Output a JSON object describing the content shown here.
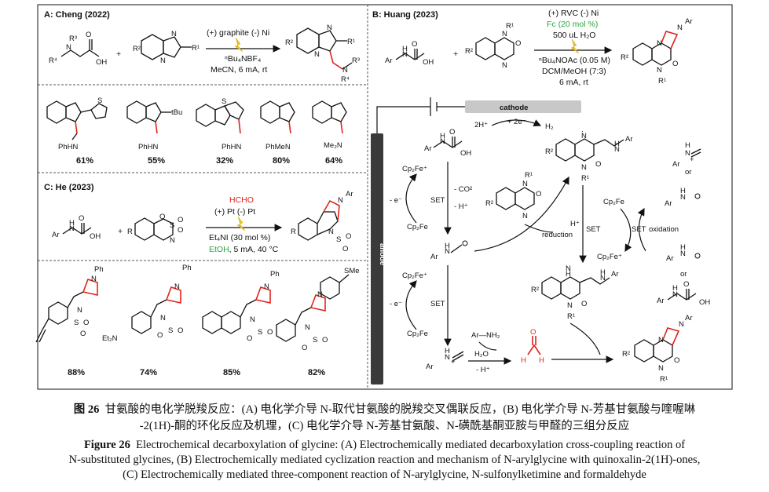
{
  "panels": {
    "A": {
      "title": "A: Cheng (2022)",
      "cond1": "(+) graphite (-) Ni",
      "cond2": "ⁿBu₄NBF₄",
      "cond3": "MeCN, 6 mA, rt",
      "plus": "+",
      "yields": [
        "61%",
        "55%",
        "32%",
        "80%",
        "64%"
      ],
      "amines": [
        "PhHN",
        "PhHN",
        "PhHN",
        "PhMeN",
        "Me₂N"
      ],
      "tbu": "tBu",
      "r_labels": [
        "R³",
        "R⁴",
        "R²",
        "R¹"
      ]
    },
    "B": {
      "title": "B: Huang (2023)",
      "cond1": "(+) RVC (-) Ni",
      "cond2": "Fc (20 mol %)",
      "cond3": "500 uL H₂O",
      "cond4": "ⁿBu₄NOAc (0.05 M)",
      "cond5": "DCM/MeOH (7:3)",
      "cond6": "6 mA, rt",
      "cathode": "cathode",
      "anode": "anode",
      "hplus": "2H⁺",
      "two_e": "+ 2e⁻",
      "h2": "H₂",
      "cp2fe_plus": "Cp₂Fe⁺",
      "cp2fe": "Cp₂Fe",
      "minus_e": "- e⁻",
      "set": "SET",
      "minus_co2": "- CO²",
      "minus_h": "- H⁺",
      "h_plus": "H⁺",
      "reduction": "reduction",
      "oxidation": "oxidation",
      "or": "or",
      "ar_nh2": "Ar—NH₂",
      "h2o": "H₂O",
      "minus_h2": "- H⁺"
    },
    "C": {
      "title": "C: He (2023)",
      "reagent": "HCHO",
      "cond1": "(+) Pt (-) Pt",
      "cond2": "Et₄NI (30 mol %)",
      "cond3_solvent": "EtOH",
      "cond3_rest": ", 5 mA, 40 °C",
      "yields": [
        "88%",
        "74%",
        "85%",
        "82%"
      ],
      "et2n": "Et₂N",
      "sme": "SMe",
      "ph": "Ph"
    }
  },
  "caption": {
    "cn_label": "图 26",
    "cn_text": "甘氨酸的电化学脱羧反应：(A) 电化学介导 N-取代甘氨酸的脱羧交叉偶联反应，(B) 电化学介导 N-芳基甘氨酸与喹喔啉",
    "cn_text2": "-2(1H)-酮的环化反应及机理，(C) 电化学介导 N-芳基甘氨酸、N-磺酰基酮亚胺与甲醛的三组分反应",
    "en_label": "Figure 26",
    "en_text": "Electrochemical decarboxylation of glycine: (A) Electrochemically mediated decarboxylation cross-coupling reaction of",
    "en_text2": "N-substituted glycines, (B) Electrochemically mediated cyclization reaction and mechanism of N-arylglycine with quinoxalin-2(1H)-ones,",
    "en_text3": "(C) Electrochemically mediated three-component reaction of N-arylglycine, N-sulfonylketimine and formaldehyde"
  },
  "colors": {
    "accent_red": "#e0241b",
    "accent_green": "#2aa640",
    "electrode": "#3a3a3a",
    "cathode": "#c8c8c8"
  }
}
